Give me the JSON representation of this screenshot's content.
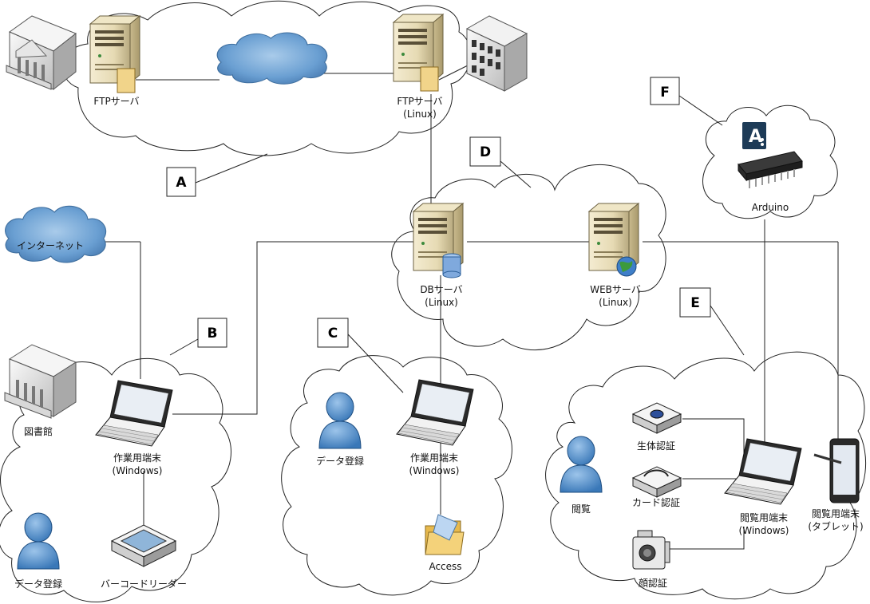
{
  "zone_labels": {
    "a": "A",
    "b": "B",
    "c": "C",
    "d": "D",
    "e": "E",
    "f": "F"
  },
  "nodes": {
    "ftp_server_left": "FTPサーバ",
    "ftp_server_linux_line1": "FTPサーバ",
    "ftp_server_linux_line2": "(Linux)",
    "internet": "インターネット",
    "db_server_line1": "DBサーバ",
    "db_server_line2": "(Linux)",
    "web_server_line1": "WEBサーバ",
    "web_server_line2": "(Linux)",
    "arduino": "Arduino",
    "library": "図書館",
    "work_terminal_b_line1": "作業用端末",
    "work_terminal_b_line2": "(Windows)",
    "data_entry_b": "データ登録",
    "barcode_reader": "バーコードリーダー",
    "data_entry_c": "データ登録",
    "work_terminal_c_line1": "作業用端末",
    "work_terminal_c_line2": "(Windows)",
    "access": "Access",
    "biometric_auth": "生体認証",
    "card_auth": "カード認証",
    "face_auth": "顔認証",
    "viewing": "閲覧",
    "view_terminal_line1": "閲覧用端末",
    "view_terminal_line2": "(Windows)",
    "view_tablet_line1": "閲覧用端末",
    "view_tablet_line2": "(タブレット)"
  }
}
